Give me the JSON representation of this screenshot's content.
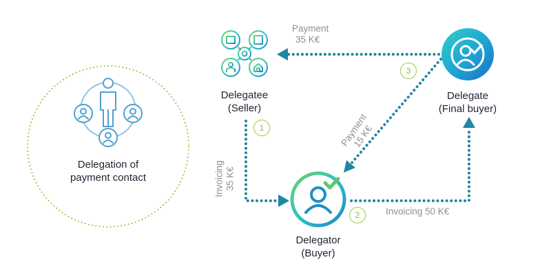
{
  "concept": {
    "label_line1": "Delegation of",
    "label_line2": "payment contact"
  },
  "nodes": {
    "delegatee": {
      "line1": "Delegatee",
      "line2": "(Seller)"
    },
    "delegate": {
      "line1": "Delegate",
      "line2": "(Final buyer)"
    },
    "delegator": {
      "line1": "Delegator",
      "line2": "(Buyer)"
    }
  },
  "flows": {
    "payment_top": {
      "line1": "Payment",
      "line2": "35 K€"
    },
    "payment_diag": {
      "line1": "Payment",
      "line2": "15 K€"
    },
    "invoicing_left": {
      "line1": "Invoicing",
      "line2": "35 K€"
    },
    "invoicing_bottom": {
      "text": "Invoicing 50 K€"
    }
  },
  "steps": [
    "1",
    "2",
    "3"
  ],
  "colors": {
    "teal": "#1f86a3",
    "cyan": "#2ec6d8",
    "green": "#9ccc3c",
    "icon_blue": "#4f9fcf",
    "gray_text": "#8a8f96",
    "olive_dots": "#b8b33c"
  }
}
